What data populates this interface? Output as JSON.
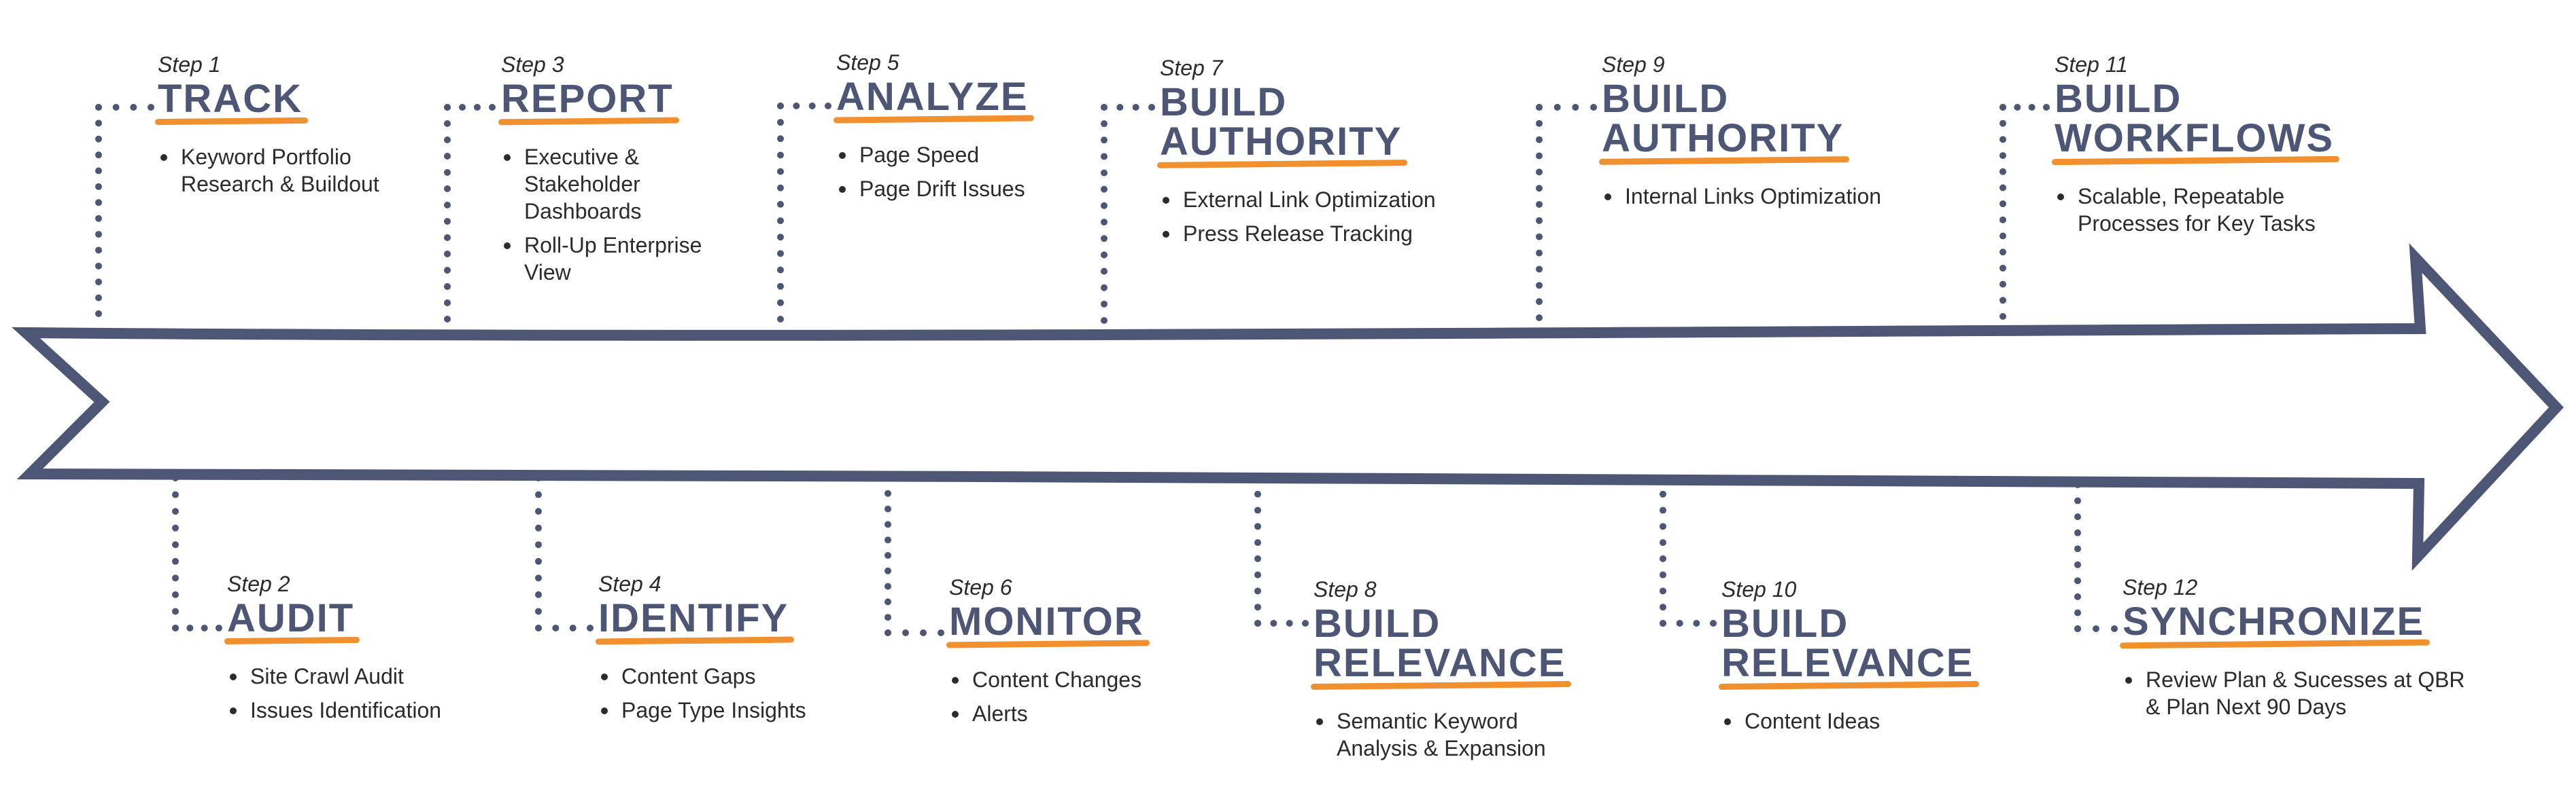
{
  "colors": {
    "arrow": "#4d5775",
    "title": "#4d5775",
    "underline": "#f0902f",
    "dots": "#4d5775",
    "text": "#2b2b2b"
  },
  "steps": [
    {
      "label": "Step 1",
      "title": [
        "TRACK"
      ],
      "bullets": [
        "Keyword Portfolio Research & Buildout"
      ]
    },
    {
      "label": "Step 2",
      "title": [
        "AUDIT"
      ],
      "bullets": [
        "Site Crawl Audit",
        "Issues Identification"
      ]
    },
    {
      "label": "Step 3",
      "title": [
        "REPORT"
      ],
      "bullets": [
        "Executive & Stakeholder Dashboards",
        "Roll-Up Enterprise View"
      ]
    },
    {
      "label": "Step 4",
      "title": [
        "IDENTIFY"
      ],
      "bullets": [
        "Content Gaps",
        "Page Type Insights"
      ]
    },
    {
      "label": "Step 5",
      "title": [
        "ANALYZE"
      ],
      "bullets": [
        "Page Speed",
        "Page Drift Issues"
      ]
    },
    {
      "label": "Step 6",
      "title": [
        "MONITOR"
      ],
      "bullets": [
        "Content Changes",
        "Alerts"
      ]
    },
    {
      "label": "Step 7",
      "title": [
        "BUILD",
        "AUTHORITY"
      ],
      "bullets": [
        "External Link Optimization",
        "Press Release Tracking"
      ]
    },
    {
      "label": "Step 8",
      "title": [
        "BUILD",
        "RELEVANCE"
      ],
      "bullets": [
        "Semantic Keyword Analysis & Expansion"
      ]
    },
    {
      "label": "Step 9",
      "title": [
        "BUILD",
        "AUTHORITY"
      ],
      "bullets": [
        "Internal Links Optimization"
      ]
    },
    {
      "label": "Step 10",
      "title": [
        "BUILD",
        "RELEVANCE"
      ],
      "bullets": [
        "Content Ideas"
      ]
    },
    {
      "label": "Step 11",
      "title": [
        "BUILD",
        "WORKFLOWS"
      ],
      "bullets": [
        "Scalable, Repeatable Processes for Key Tasks"
      ]
    },
    {
      "label": "Step 12",
      "title": [
        "SYNCHRONIZE"
      ],
      "bullets": [
        "Review Plan & Sucesses at QBR & Plan Next 90 Days"
      ]
    }
  ]
}
